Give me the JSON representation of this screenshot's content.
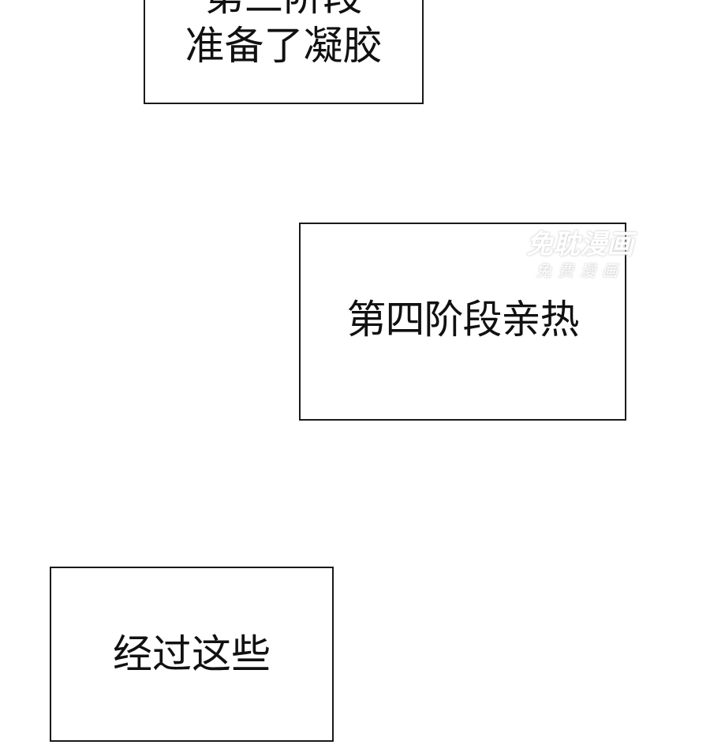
{
  "panels": [
    {
      "lines": [
        "第三阶段",
        "准备了凝胶"
      ]
    },
    {
      "lines": [
        "第四阶段亲热"
      ]
    },
    {
      "lines": [
        "经过这些"
      ]
    }
  ],
  "watermark": {
    "title": "免耽漫画",
    "subtitle": "免费漫画"
  }
}
